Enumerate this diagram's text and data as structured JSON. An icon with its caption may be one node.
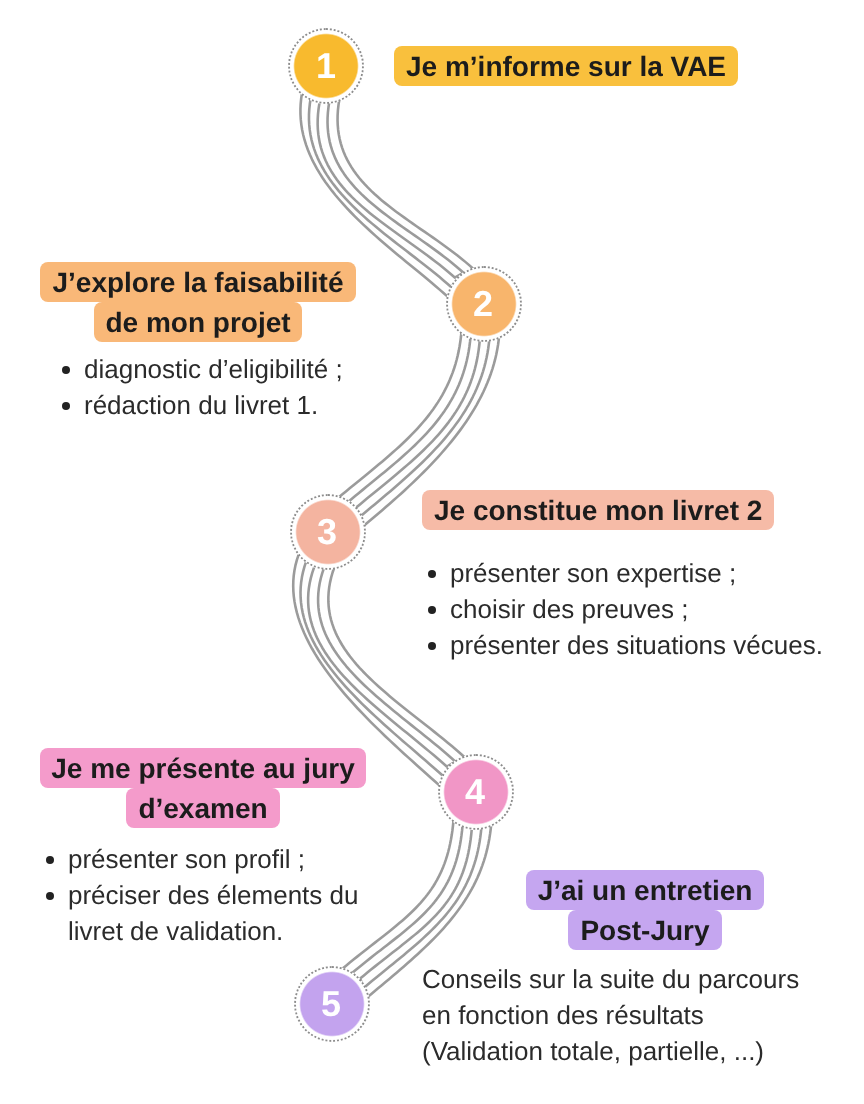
{
  "diagram": {
    "nodes": [
      {
        "text": [
          "1"
        ]
      },
      {
        "text": [
          "Je m’informe sur la VAE"
        ]
      },
      {
        "text": [
          "2"
        ]
      },
      {
        "text": [
          "J’explore la faisabilité de mon projet"
        ],
        "beside": [
          "diagnostic d’eligibilité ;",
          "rédaction du livret 1."
        ]
      },
      {
        "text": [
          "3"
        ]
      },
      {
        "text": [
          "Je constitue mon livret 2"
        ],
        "beside": [
          "présenter son expertise ;",
          "choisir des preuves ;",
          "présenter des situations vécues."
        ]
      },
      {
        "text": [
          "4"
        ]
      },
      {
        "text": [
          "Je me présente au jury d’examen"
        ],
        "beside": [
          "présenter son profil ;",
          "préciser des élements du livret de validation."
        ]
      },
      {
        "text": [
          "5"
        ]
      },
      {
        "text": [
          "J’ai un entretien Post-Jury"
        ],
        "beside": [
          "Conseils sur la suite du parcours en fonction des résultats (Validation totale, partielle, ...)"
        ]
      }
    ],
    "edges": [
      {
        "from": 0,
        "to": 2,
        "arrow": "none"
      },
      {
        "from": 2,
        "to": 4,
        "arrow": "none"
      },
      {
        "from": 4,
        "to": 6,
        "arrow": "none"
      },
      {
        "from": 6,
        "to": 8,
        "arrow": "none"
      }
    ]
  }
}
